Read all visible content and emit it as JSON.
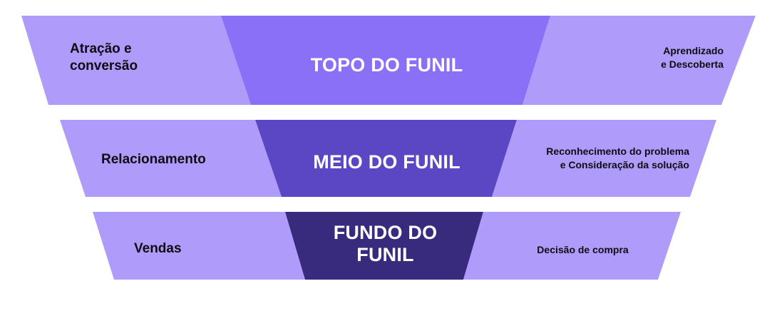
{
  "diagram": {
    "type": "marketing-funnel",
    "orientation": "vertical-converging",
    "background_color": "#FFFFFF",
    "palette": {
      "wing_light": "#AE9BFA",
      "core_top": "#8970F7",
      "core_middle": "#5B47C4",
      "core_bottom": "#382A7D",
      "text_dark": "#0D0D12",
      "text_light": "#FFFFFF"
    },
    "stages": [
      {
        "id": "topo",
        "left_label": "Atração e\nconversão",
        "core_title": "TOPO DO FUNIL",
        "right_outcome": "Aprendizado\ne Descoberta",
        "core_color": "#8970F7",
        "wing_color": "#AE9BFA"
      },
      {
        "id": "meio",
        "left_label": "Relacionamento",
        "core_title": "MEIO DO FUNIL",
        "right_outcome": "Reconhecimento do problema\ne Consideração da solução",
        "core_color": "#5B47C4",
        "wing_color": "#AE9BFA"
      },
      {
        "id": "fundo",
        "left_label": "Vendas",
        "core_title": "FUNDO DO\nFUNIL",
        "right_outcome": "Decisão de compra",
        "core_color": "#382A7D",
        "wing_color": "#AE9BFA"
      }
    ]
  }
}
